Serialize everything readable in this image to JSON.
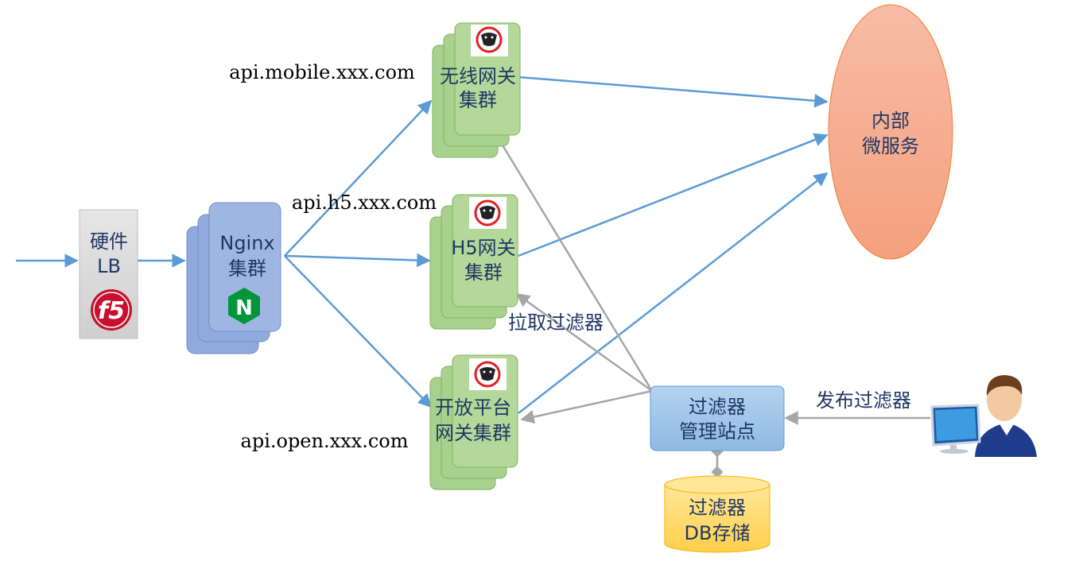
{
  "nodes": {
    "hardware_lb": {
      "line1": "硬件",
      "line2": "LB",
      "logo_text": "f5"
    },
    "nginx_cluster": {
      "line1": "Nginx",
      "line2": "集群",
      "logo_text": "N"
    },
    "wireless_gateway": {
      "line1": "无线网关",
      "line2": "集群"
    },
    "h5_gateway": {
      "line1": "H5网关",
      "line2": "集群"
    },
    "open_platform_gateway": {
      "line1": "开放平台",
      "line2": "网关集群"
    },
    "internal_microservices": {
      "line1": "内部",
      "line2": "微服务"
    },
    "filter_admin_site": {
      "line1": "过滤器",
      "line2": "管理站点"
    },
    "filter_db": {
      "line1": "过滤器",
      "line2": "DB存储"
    }
  },
  "domains": {
    "mobile": "api.mobile.xxx.com",
    "h5": "api.h5.xxx.com",
    "open": "api.open.xxx.com"
  },
  "edge_labels": {
    "pull_filters": "拉取过滤器",
    "publish_filters": "发布过滤器"
  },
  "colors": {
    "blue_arrow": "#5b9bd5",
    "gray_arrow": "#a6a6a6",
    "gateway_fill": "#a9d18e",
    "nginx_fill": "#8faadc",
    "microservice_fill": "#f4a582",
    "admin_fill": "#9dc3e6",
    "db_fill": "#ffd966",
    "lb_fill": "#d9d9d9"
  }
}
